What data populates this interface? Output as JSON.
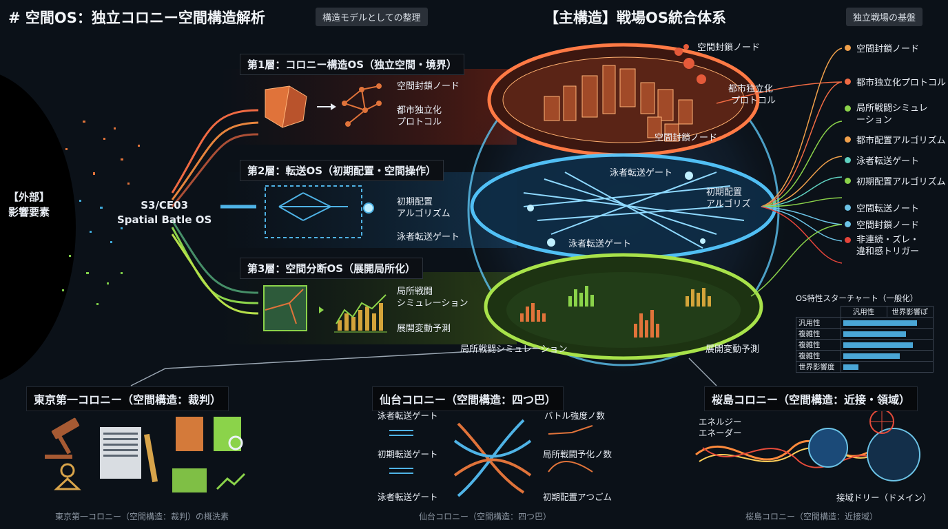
{
  "header": {
    "title": "# 空間OS：独立コロニー空間構造解析",
    "subtitle_tag": "構造モデルとしての整理",
    "center_title": "【主構造】戦場OS統合体系",
    "right_tag": "独立戦場の基盤"
  },
  "left": {
    "external_label_1": "【外部】",
    "external_label_2": "影響要素",
    "os_name_1": "S3/CE03",
    "os_name_2": "Spatial Batle OS"
  },
  "layers": [
    {
      "title": "第1層：コロニー構造OS（独立空間・境界）",
      "labels": [
        "空間封鎖ノード",
        "都市独立化",
        "プロトコル"
      ]
    },
    {
      "title": "第2層：転送OS（初期配置・空間操作）",
      "labels": [
        "初期配置",
        "アルゴリズム",
        "泳者転送ゲート"
      ]
    },
    {
      "title": "第3層：空間分断OS（展開局所化）",
      "labels": [
        "局所戦闘",
        "シミュレーション",
        "展開変動予測"
      ]
    }
  ],
  "sphere_labels": {
    "top_node": "空間封鎖ノード",
    "top_inner": "空間封鎖ノード",
    "right_top_1": "都市独立化",
    "right_top_2": "プロトコル",
    "mid_gate_top": "泳者転送ゲート",
    "mid_right_1": "初期配置",
    "mid_right_2": "アルゴリズ",
    "mid_gate_bottom": "泳者転送ゲート",
    "bottom_left": "局所戦闘シミュレーション",
    "bottom_right": "展開変動予測"
  },
  "legend": [
    {
      "label": "空間封鎖ノード",
      "color": "#f0a04b"
    },
    {
      "label": "都市独立化プロトコル",
      "color": "#f06a43"
    },
    {
      "label": "局所戦闘シミュレ",
      "label2": "ーション",
      "color": "#8bd34a"
    },
    {
      "label": "都市配置アルゴリズム",
      "color": "#f0a04b"
    },
    {
      "label": "泳者転送ゲート",
      "color": "#5fd1c0"
    },
    {
      "label": "初期配置アルゴリズム",
      "color": "#8bd34a"
    },
    {
      "label": "空間転送ノート",
      "color": "#6cc3e6"
    },
    {
      "label": "空間封鎖ノード",
      "color": "#6cc3e6"
    },
    {
      "label": "非連続・ズレ・",
      "label2": "違和感トリガー",
      "color": "#e4443a"
    }
  ],
  "star_chart": {
    "title": "OS特性スターチャート（一般化）",
    "headers": [
      "汎用性",
      "世界影響ぽ"
    ],
    "rows": [
      {
        "label": "汎用性",
        "value": 0.85
      },
      {
        "label": "複雑性",
        "value": 0.72
      },
      {
        "label": "複雑性",
        "value": 0.8
      },
      {
        "label": "複雑性",
        "value": 0.65
      },
      {
        "label": "世界影響度",
        "value": 0.18
      }
    ]
  },
  "colonies": [
    {
      "title": "東京第一コロニー（空間構造：裁判）",
      "caption": "東京第一コロニー（空間構造：裁判）の概洗素"
    },
    {
      "title": "仙台コロニー（空間構造：四つ巴）",
      "caption": "仙台コロニー（空間構造：四つ巴）",
      "labels_left": [
        "泳者転送ゲート",
        "初期転送ゲート",
        "泳者転送ゲート"
      ],
      "labels_right": [
        "バトル強度ノ数",
        "局所戦闘予化ノ数",
        "初期配置アつごム"
      ]
    },
    {
      "title": "桜島コロニー（空間構造：近接・領域）",
      "caption": "桜島コロニー（空間構造：近接域）",
      "labels": [
        "エネルジー",
        "エネーダー",
        "接域ドリー（ドメイン）"
      ]
    }
  ]
}
